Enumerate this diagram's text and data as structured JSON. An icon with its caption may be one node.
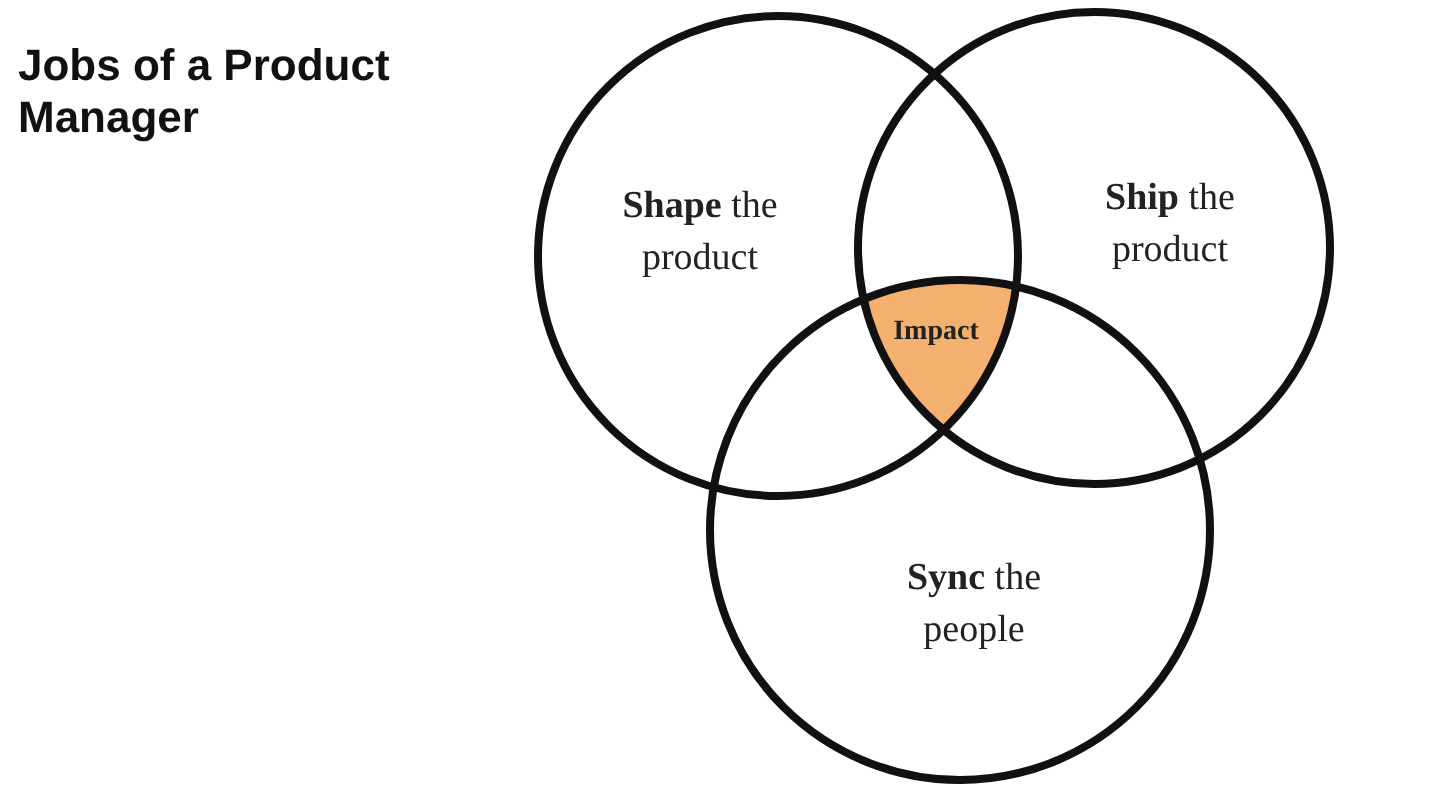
{
  "diagram": {
    "title": "Jobs of a Product Manager",
    "nodes": [
      {
        "text": [
          "**Shape** the product"
        ]
      },
      {
        "text": [
          "**Ship** the product"
        ]
      },
      {
        "text": [
          "**Sync** the people"
        ]
      },
      {
        "text": [
          "Impact"
        ]
      }
    ],
    "edges": []
  }
}
